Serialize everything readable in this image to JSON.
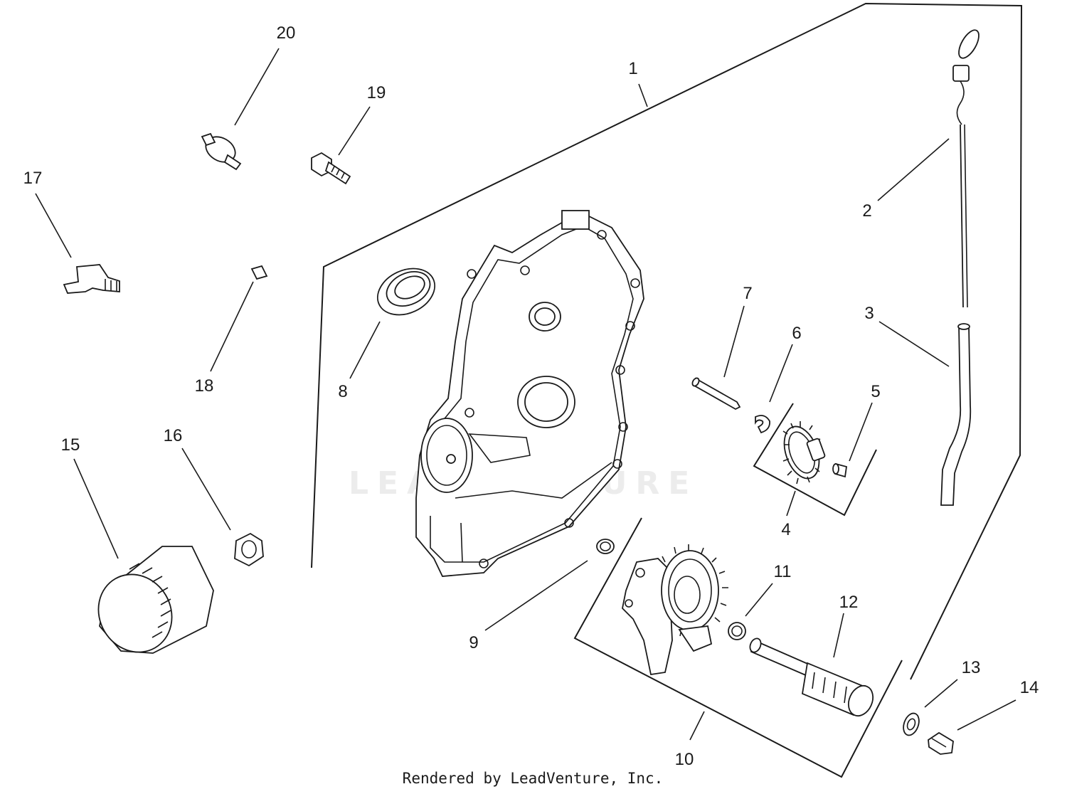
{
  "watermark": "LEADVENTURE",
  "credit": "Rendered by LeadVenture, Inc.",
  "callouts": {
    "c1": "1",
    "c2": "2",
    "c3": "3",
    "c4": "4",
    "c5": "5",
    "c6": "6",
    "c7": "7",
    "c8": "8",
    "c9": "9",
    "c10": "10",
    "c11": "11",
    "c12": "12",
    "c13": "13",
    "c14": "14",
    "c15": "15",
    "c16": "16",
    "c17": "17",
    "c18": "18",
    "c19": "19",
    "c20": "20"
  },
  "colors": {
    "line": "#1a1a1a",
    "background": "#ffffff",
    "watermark": "#ececec"
  }
}
